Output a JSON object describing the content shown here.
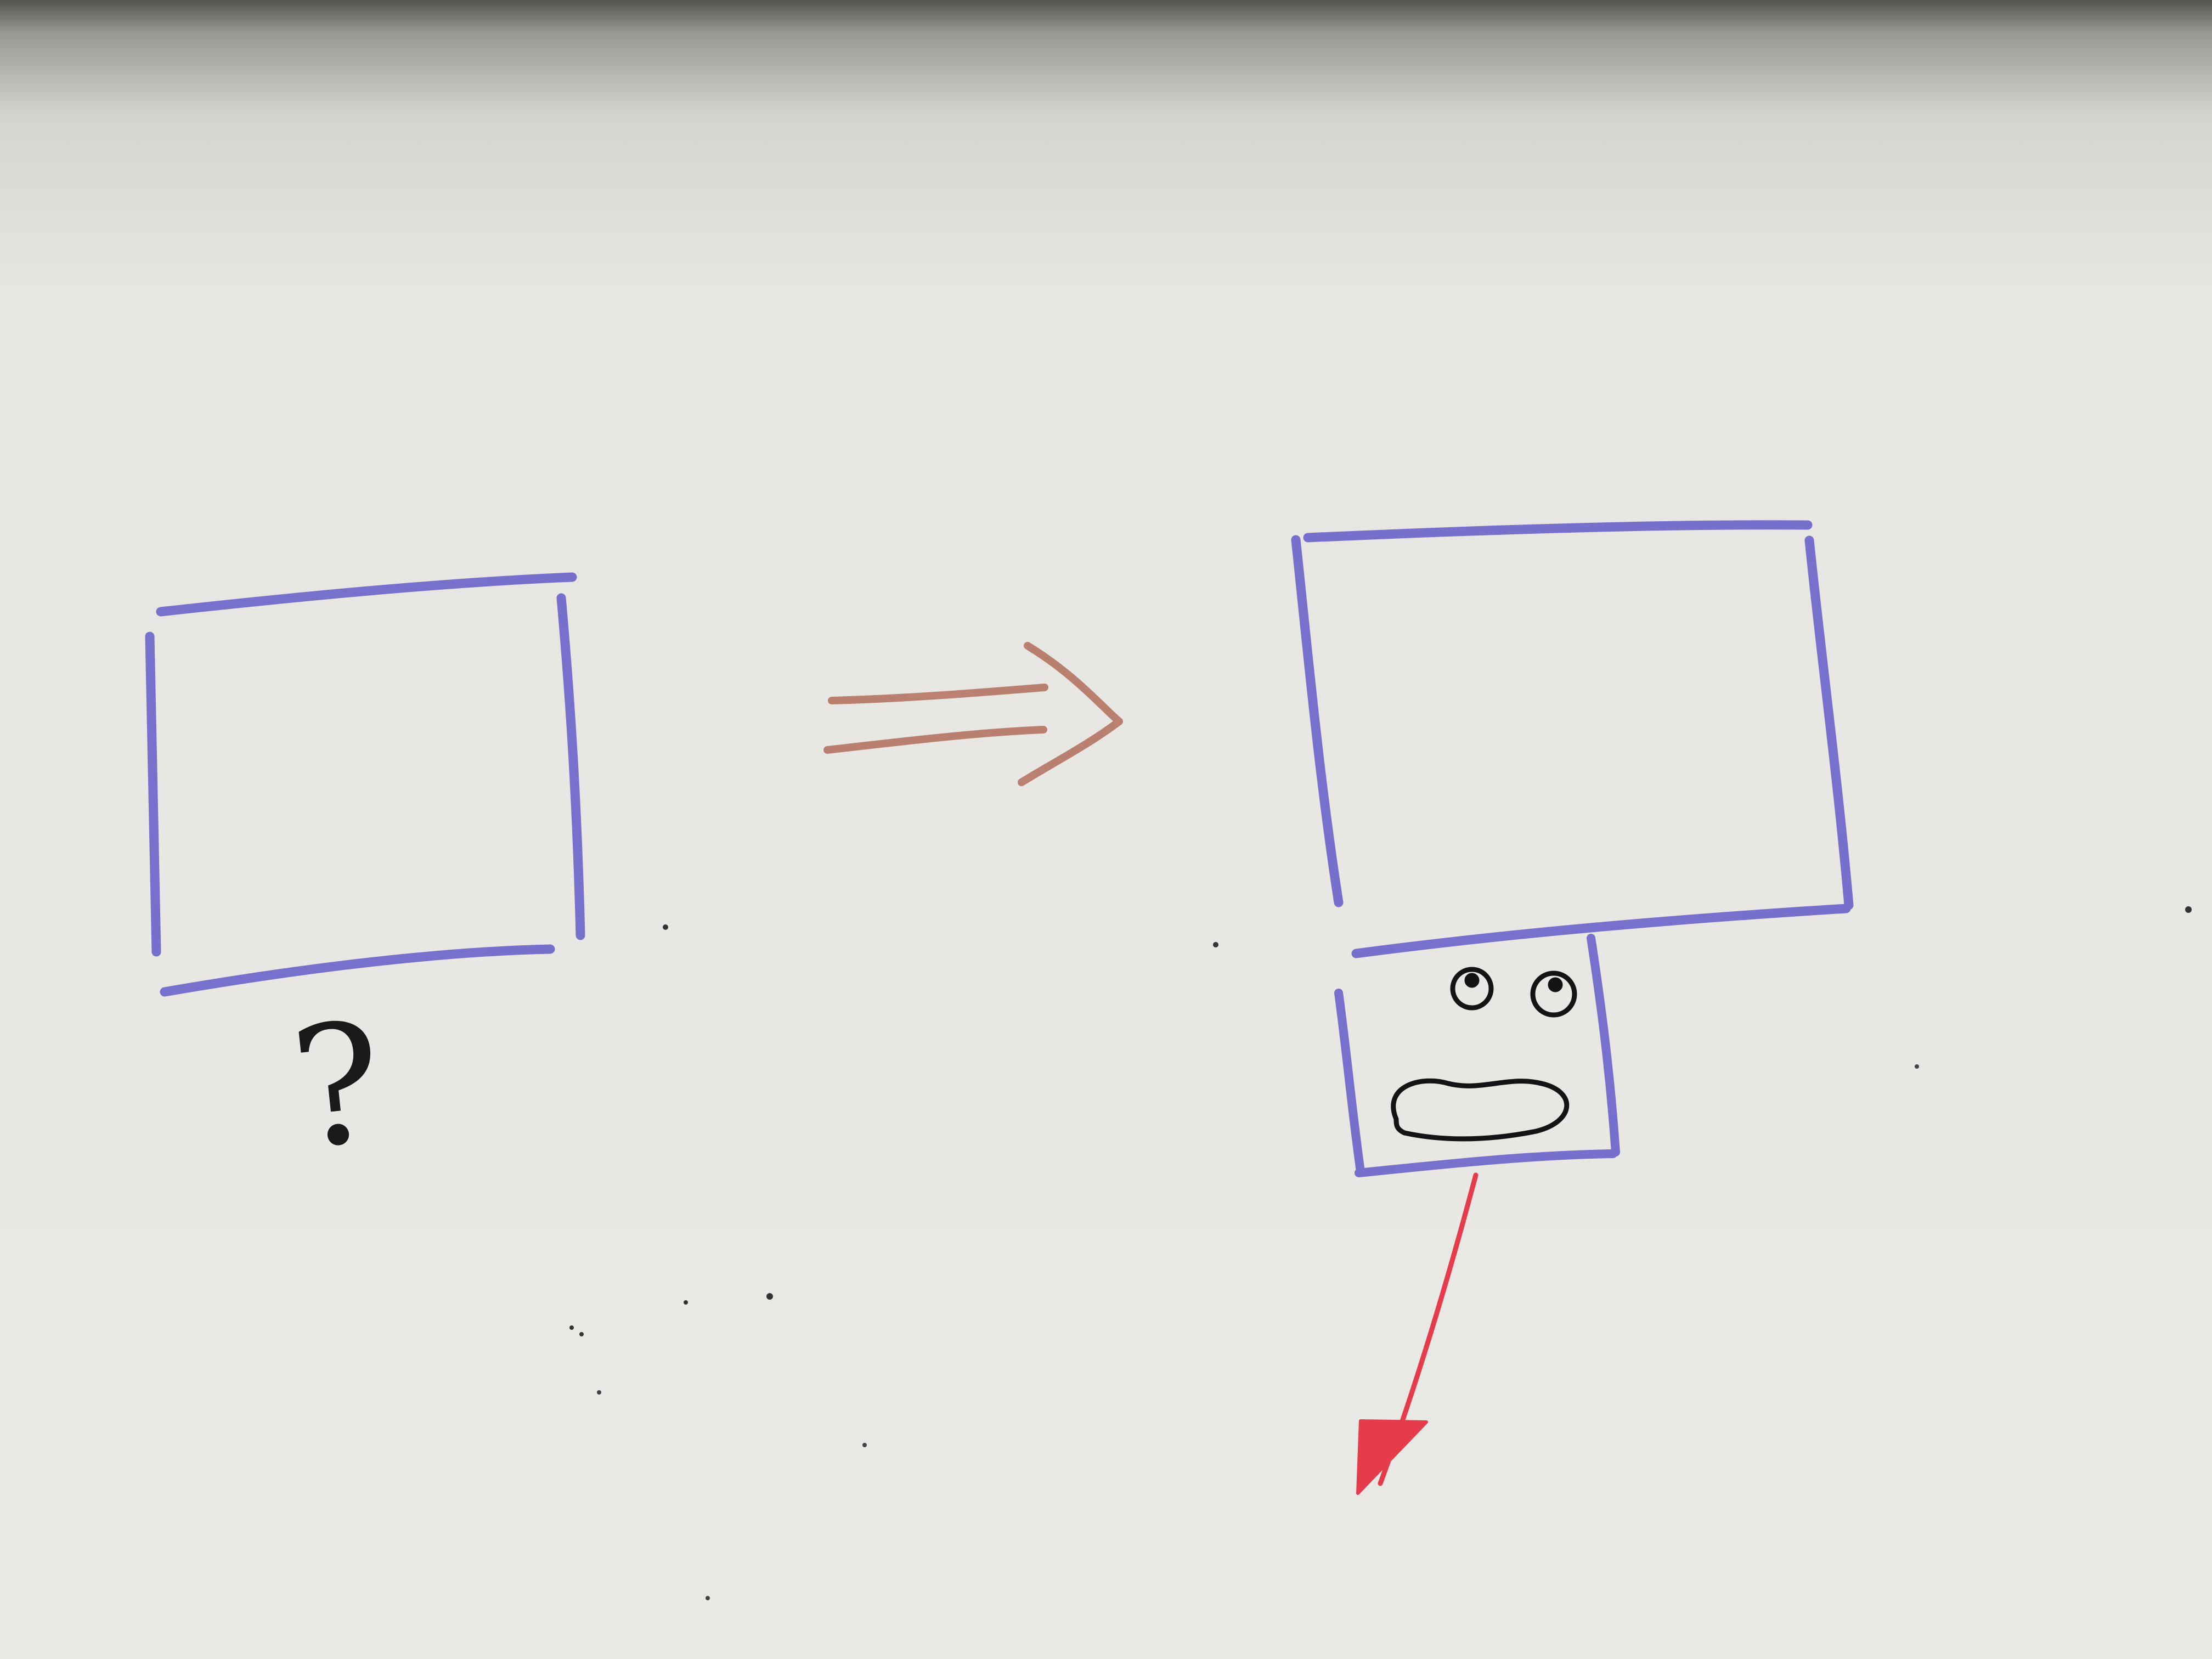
{
  "diagram": {
    "type": "hand-drawn sketch on paper",
    "annotation": {
      "question_mark": "?"
    },
    "colors": {
      "paper": "#e9e8e4",
      "box_outline": "#6a63c9",
      "transition_arrow": "#b57463",
      "face_ink": "#141414",
      "falling_arrow": "#e63b4b"
    },
    "elements": [
      "box-before",
      "transition-double-arrow",
      "box-after",
      "small-box-with-face",
      "falling-arrow"
    ]
  }
}
